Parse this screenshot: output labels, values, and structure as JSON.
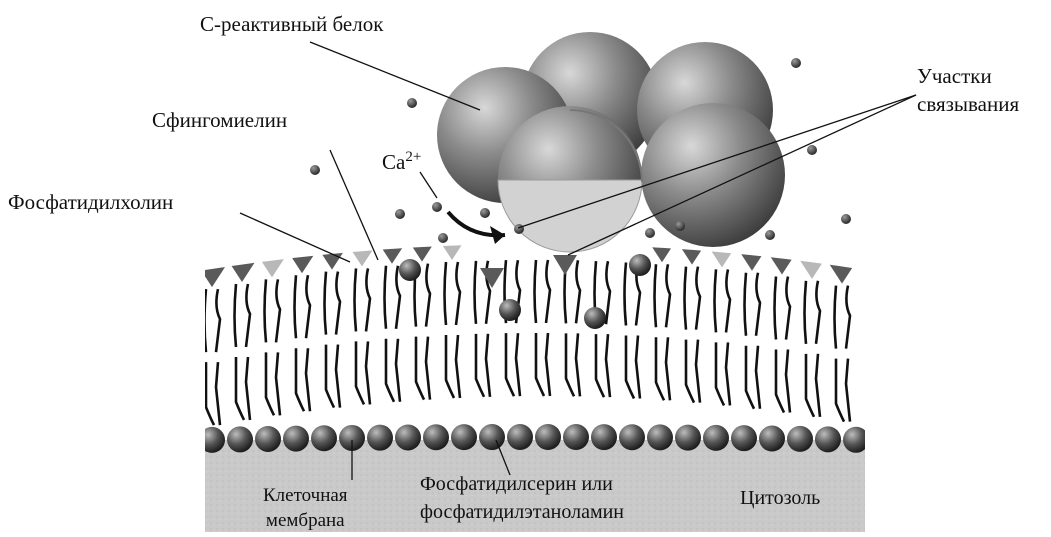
{
  "labels": {
    "crp": "С-реактивный белок",
    "binding_sites_line1": "Участки",
    "binding_sites_line2": "связывания",
    "sphingomyelin": "Сфингомиелин",
    "calcium_base": "Ca",
    "calcium_sup": "2+",
    "phosphatidylcholine": "Фосфатидилхолин",
    "cell_membrane_line1": "Клеточная",
    "cell_membrane_line2": "мембрана",
    "phosphatidylserine_line1": "Фосфатидилсерин или",
    "phosphatidylserine_line2": "фосфатидилэтаноламин",
    "cytosol": "Цитозоль"
  },
  "colors": {
    "sphere_light": "#cfcfcf",
    "sphere_dark": "#4a4a4a",
    "cytosol": "#c8c8c8",
    "lipid_tail": "#111111",
    "triangle_dark": "#5a5a5a",
    "triangle_light": "#b8b8b8",
    "head_dark": "#3a3a3a"
  }
}
